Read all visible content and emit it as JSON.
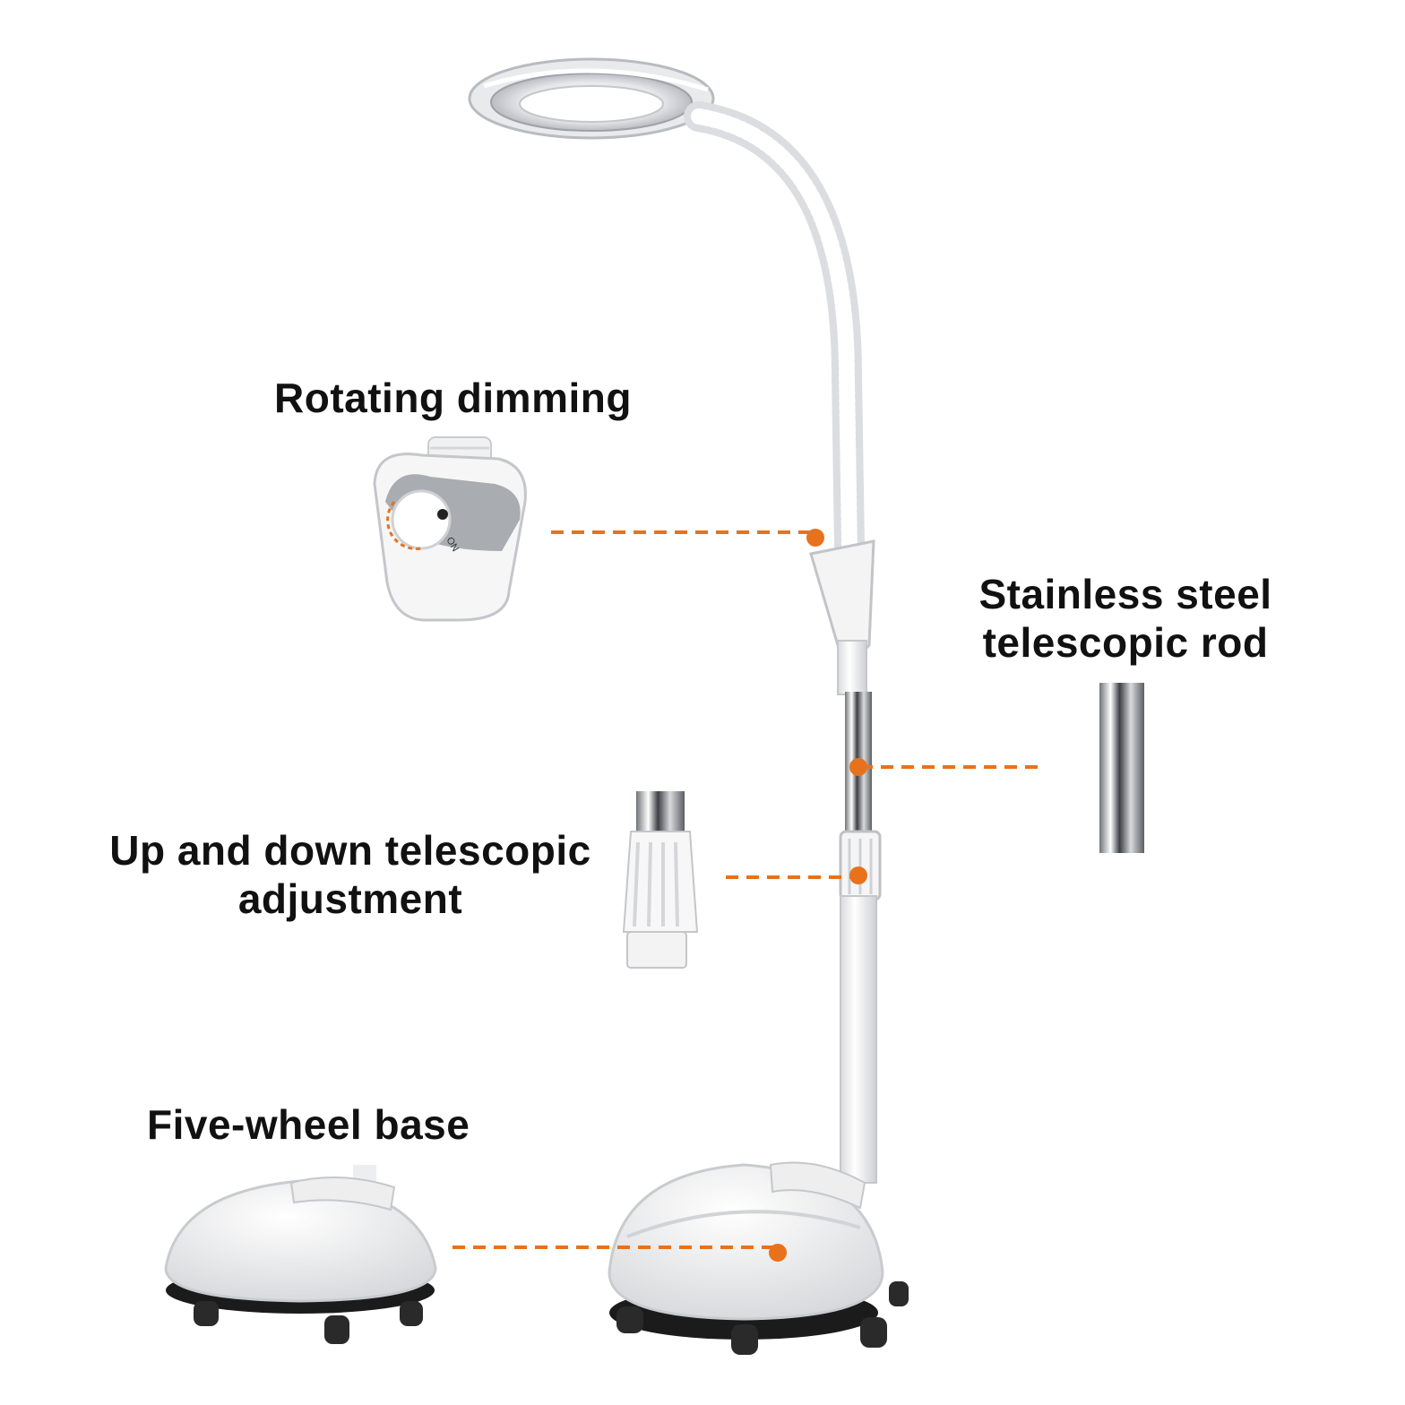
{
  "colors": {
    "accent": "#e8721c",
    "text": "#111111",
    "plastic": "#f3f3f3",
    "dial_panel": "#a9acb1",
    "wheel": "#2a2a2a"
  },
  "callouts": {
    "rotating_dimming": {
      "lines": [
        "Rotating dimming"
      ]
    },
    "steel_rod": {
      "lines": [
        "Stainless steel",
        "telescopic rod"
      ]
    },
    "telescopic_adjustment": {
      "lines": [
        "Up and down telescopic",
        "adjustment"
      ]
    },
    "wheel_base": {
      "lines": [
        "Five-wheel base"
      ]
    }
  },
  "dial_markings": {
    "on_text": "ON"
  }
}
